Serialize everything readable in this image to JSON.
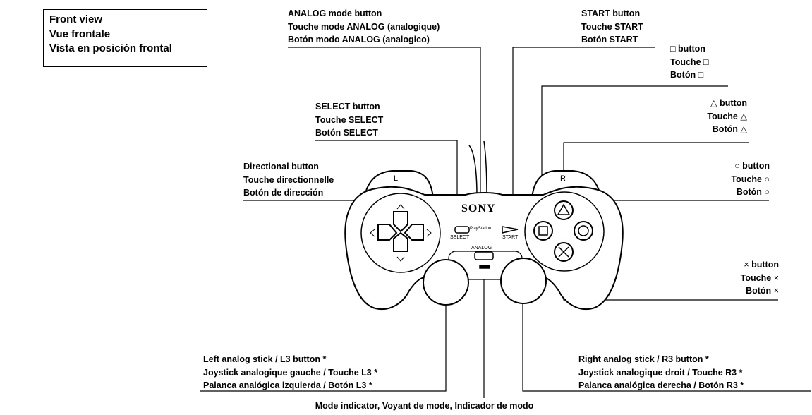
{
  "title": {
    "lines": [
      "Front view",
      "Vue frontale",
      "Vista en posición frontal"
    ]
  },
  "labels": {
    "analog_mode": [
      "ANALOG mode button",
      "Touche mode ANALOG (analogique)",
      "Botón modo ANALOG (analogico)"
    ],
    "start": [
      "START button",
      "Touche START",
      "Botón START"
    ],
    "square": {
      "symbol": "□",
      "lines": [
        "button",
        "Touche",
        "Botón"
      ]
    },
    "select": [
      "SELECT button",
      "Touche SELECT",
      "Botón SELECT"
    ],
    "triangle": {
      "symbol": "△",
      "lines": [
        "button",
        "Touche",
        "Botón"
      ]
    },
    "directional": [
      "Directional button",
      "Touche directionnelle",
      "Botón de dirección"
    ],
    "circle": {
      "symbol": "○",
      "lines": [
        "button",
        "Touche",
        "Botón"
      ]
    },
    "cross": {
      "symbol": "×",
      "lines": [
        "button",
        "Touche",
        "Botón"
      ]
    },
    "left_stick": [
      "Left analog stick / L3 button *",
      "Joystick analogique gauche / Touche L3 *",
      "Palanca analógica izquierda / Botón L3 *"
    ],
    "right_stick": [
      "Right analog stick / R3 button *",
      "Joystick analogique droit / Touche R3 *",
      "Palanca analógica derecha / Botón  R3 *"
    ],
    "mode_indicator": "Mode indicator, Voyant de mode, Indicador de modo"
  },
  "controller_text": {
    "brand": "SONY",
    "platform": "PlayStation",
    "select": "SELECT",
    "start": "START",
    "analog": "ANALOG",
    "l": "L",
    "r": "R"
  }
}
